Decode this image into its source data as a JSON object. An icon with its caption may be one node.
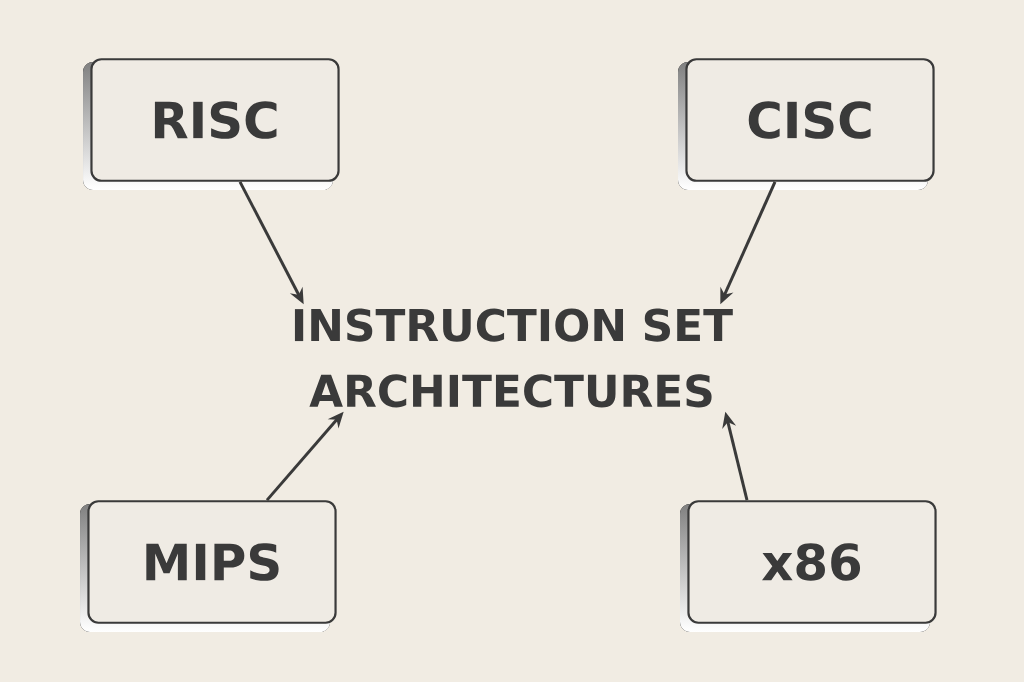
{
  "diagram": {
    "nodes": [
      {
        "text": [
          "RISC"
        ]
      },
      {
        "text": [
          "CISC"
        ]
      },
      {
        "text": [
          "INSTRUCTION SET ARCHITECTURES"
        ]
      },
      {
        "text": [
          "MIPS"
        ]
      },
      {
        "text": [
          "x86"
        ]
      }
    ],
    "edges": [
      {
        "from": 0,
        "to": 2,
        "arrow": "to"
      },
      {
        "from": 1,
        "to": 2,
        "arrow": "to"
      },
      {
        "from": 3,
        "to": 2,
        "arrow": "to"
      },
      {
        "from": 4,
        "to": 2,
        "arrow": "to"
      }
    ]
  }
}
